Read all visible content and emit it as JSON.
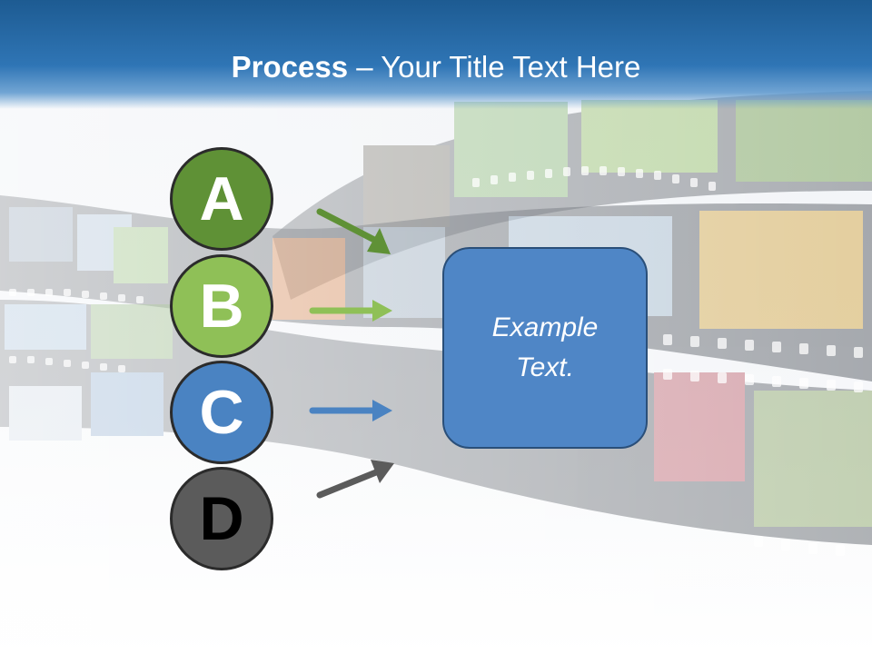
{
  "slide": {
    "title_bold": "Process",
    "title_rest": " – Your Title Text Here",
    "circles": [
      "A",
      "B",
      "C",
      "D"
    ],
    "box_text": "Example Text."
  },
  "colors": {
    "title_bar": "#2f75b5",
    "circle_a": "#5f9136",
    "circle_b": "#8fc057",
    "circle_c": "#4a83c2",
    "circle_d": "#5b5b5b",
    "box": "#4f86c6"
  },
  "icons": {
    "arrow_a": "arrow-down-right-icon",
    "arrow_b": "arrow-right-icon",
    "arrow_c": "arrow-right-icon",
    "arrow_d": "arrow-up-right-icon"
  }
}
